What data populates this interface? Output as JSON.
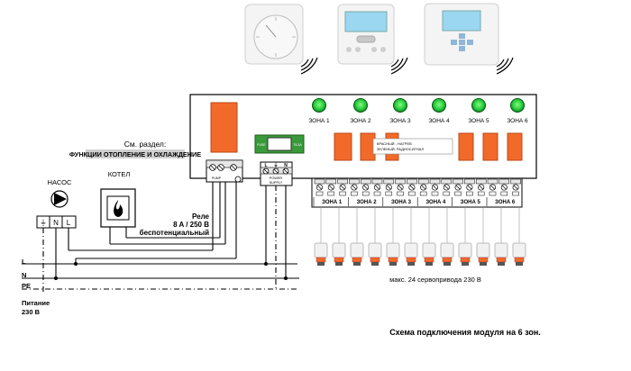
{
  "labels": {
    "see_section": "См. раздел:",
    "functions": "ФУНКЦИИ ОТОПЛЕНИЕ И ОХЛАЖДЕНИЕ",
    "pump": "НАСОС",
    "boiler": "КОТЕЛ",
    "relay_title": "Реле",
    "relay_rating": "8 A / 250 B",
    "relay_type": "беспотенциальный",
    "power_supply_1": "POWER",
    "power_supply_2": "SUPPLY",
    "pump_terminal": "PUMP",
    "legend_1": "КРАСНЫЙ - НАГРЕВ",
    "legend_2": "ЗЕЛЕНЫЙ: РАДИОСИГНАЛ",
    "actuators_note": "макс. 24 сервопривода 230 В",
    "power_supply_caption_1": "Питание",
    "power_supply_caption_2": "230 В",
    "scheme_title": "Схема подключения модуля на 6 зон.",
    "fuse_left": "FUSE",
    "fuse_right": "T6.3A"
  },
  "zones": [
    "ЗОНА 1",
    "ЗОНА 2",
    "ЗОНА 3",
    "ЗОНА 4",
    "ЗОНА 5",
    "ЗОНА 6"
  ],
  "lines": [
    "L",
    "N",
    "PE"
  ],
  "pump_terminals": [
    "⏚",
    "N",
    "L"
  ],
  "psu_terminals": [
    "L",
    "⏚",
    "N"
  ],
  "colors": {
    "led_green": "#22c43a",
    "relay_orange": "#f26a2a",
    "line": "#000000",
    "device_gray": "#d9d9d9"
  }
}
